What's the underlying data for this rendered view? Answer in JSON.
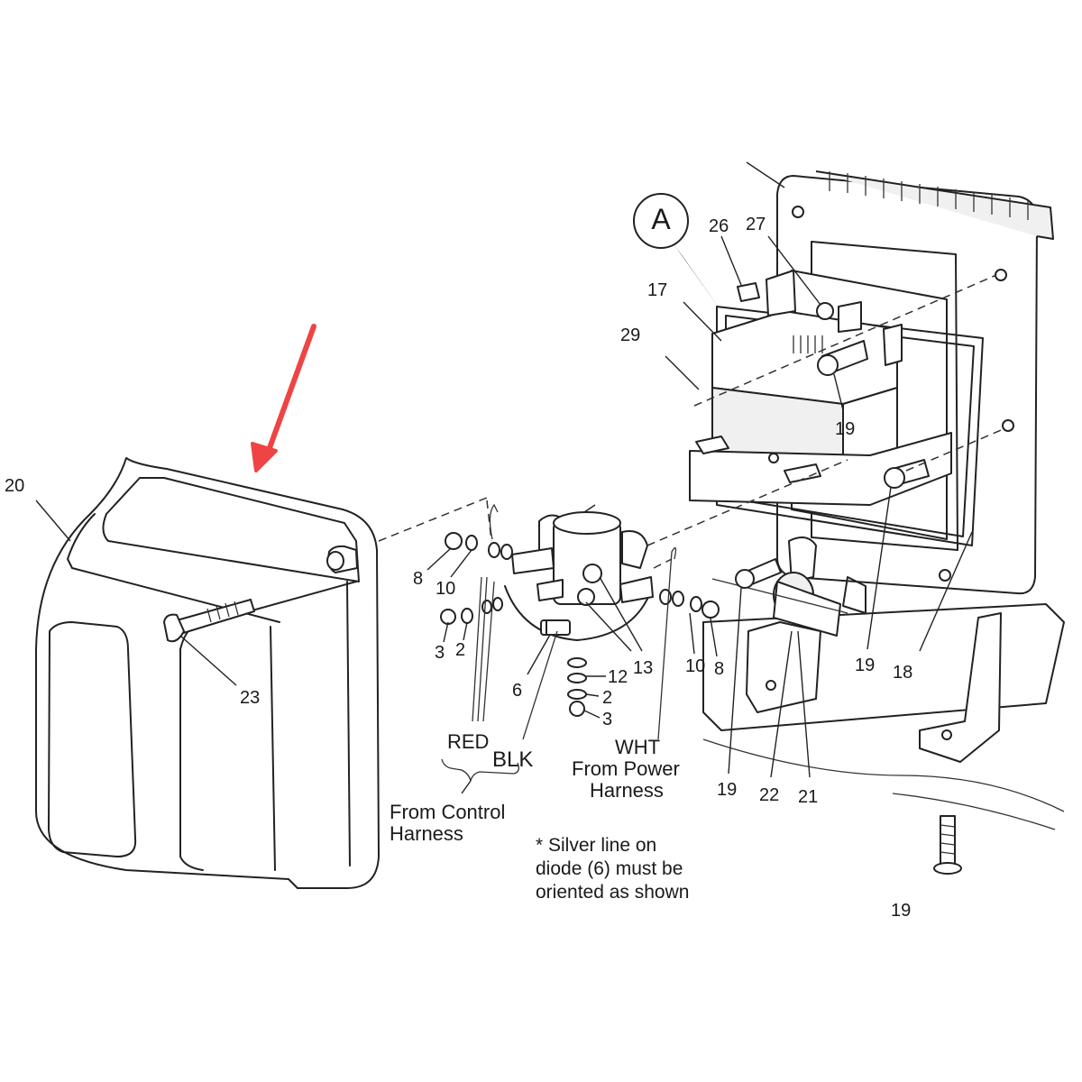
{
  "callouts": {
    "circle_letter": "A",
    "p20": "20",
    "p23": "23",
    "p26": "26",
    "p27": "27",
    "p17": "17",
    "p29": "29",
    "p19_top": "19",
    "p8_left": "8",
    "p10_left": "10",
    "p3_left": "3",
    "p2_left": "2",
    "p6": "6",
    "p13": "13",
    "p12": "12",
    "p2_mid": "2",
    "p3_mid": "3",
    "p10_right": "10",
    "p8_right": "8",
    "p19_right": "19",
    "p18": "18",
    "p19_mount": "19",
    "p22": "22",
    "p21": "21",
    "p19_bottom": "19"
  },
  "wires": {
    "red": "RED",
    "blk": "BLK",
    "wht": "WHT",
    "from_power_1": "From Power",
    "from_power_2": "Harness",
    "from_control_1": "From Control",
    "from_control_2": "Harness"
  },
  "note": {
    "line1": "* Silver line on",
    "line2": "diode (6) must be",
    "line3": "oriented as shown"
  },
  "colors": {
    "arrow": "#ee4444",
    "line": "#222222"
  }
}
